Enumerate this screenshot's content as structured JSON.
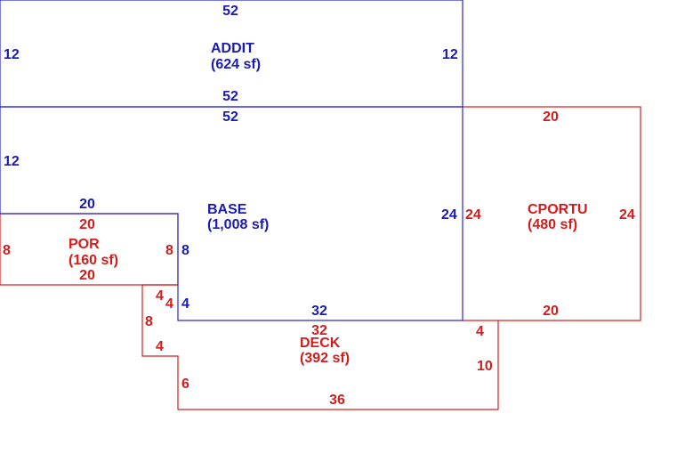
{
  "colors": {
    "blue": "#1a1ab4",
    "red": "#d41c1c"
  },
  "areas": {
    "addit": {
      "name": "ADDIT",
      "area": "(624 sf)"
    },
    "base": {
      "name": "BASE",
      "area": "(1,008 sf)"
    },
    "por": {
      "name": "POR",
      "area": "(160 sf)"
    },
    "cportu": {
      "name": "CPORTU",
      "area": "(480 sf)"
    },
    "deck": {
      "name": "DECK",
      "area": "(392 sf)"
    }
  },
  "dimensions": {
    "addit_top": "52",
    "addit_left": "12",
    "addit_right": "12",
    "addit_bottom": "52",
    "base_top": "52",
    "base_left": "12",
    "base_right": "24",
    "base_bottom": "32",
    "base_step_top": "20",
    "base_step_side": "8",
    "base_step_lower": "4",
    "por_top": "20",
    "por_left": "8",
    "por_right": "8",
    "por_bottom": "20",
    "cportu_top": "20",
    "cportu_left": "24",
    "cportu_right": "24",
    "cportu_bottom": "20",
    "deck_top": "32",
    "deck_step_top": "4",
    "deck_step_inner": "4",
    "deck_left": "8",
    "deck_lower_step": "4",
    "deck_lower_left": "6",
    "deck_right_top": "4",
    "deck_right": "10",
    "deck_bottom": "36"
  }
}
